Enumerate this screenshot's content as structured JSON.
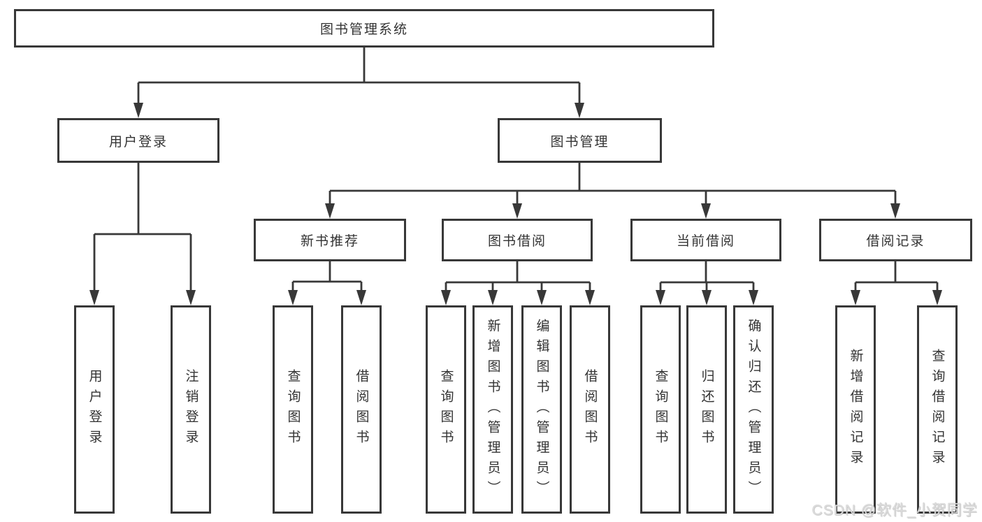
{
  "tree": {
    "label": "图书管理系统",
    "children": [
      {
        "label": "用户登录",
        "children": [
          {
            "label": "用户登录"
          },
          {
            "label": "注销登录"
          }
        ]
      },
      {
        "label": "图书管理",
        "children": [
          {
            "label": "新书推荐",
            "children": [
              {
                "label": "查询图书"
              },
              {
                "label": "借阅图书"
              }
            ]
          },
          {
            "label": "图书借阅",
            "children": [
              {
                "label": "查询图书"
              },
              {
                "label": "新增图书（管理员）"
              },
              {
                "label": "编辑图书（管理员）"
              },
              {
                "label": "借阅图书"
              }
            ]
          },
          {
            "label": "当前借阅",
            "children": [
              {
                "label": "查询图书"
              },
              {
                "label": "归还图书"
              },
              {
                "label": "确认归还（管理员）"
              }
            ]
          },
          {
            "label": "借阅记录",
            "children": [
              {
                "label": "新增借阅记录"
              },
              {
                "label": "查询借阅记录"
              }
            ]
          }
        ]
      }
    ]
  },
  "watermark": "CSDN @软件_小贺同学",
  "colors": {
    "line": "#383838",
    "text": "#333333",
    "background": "#ffffff",
    "watermark": "#dcdcdc"
  }
}
